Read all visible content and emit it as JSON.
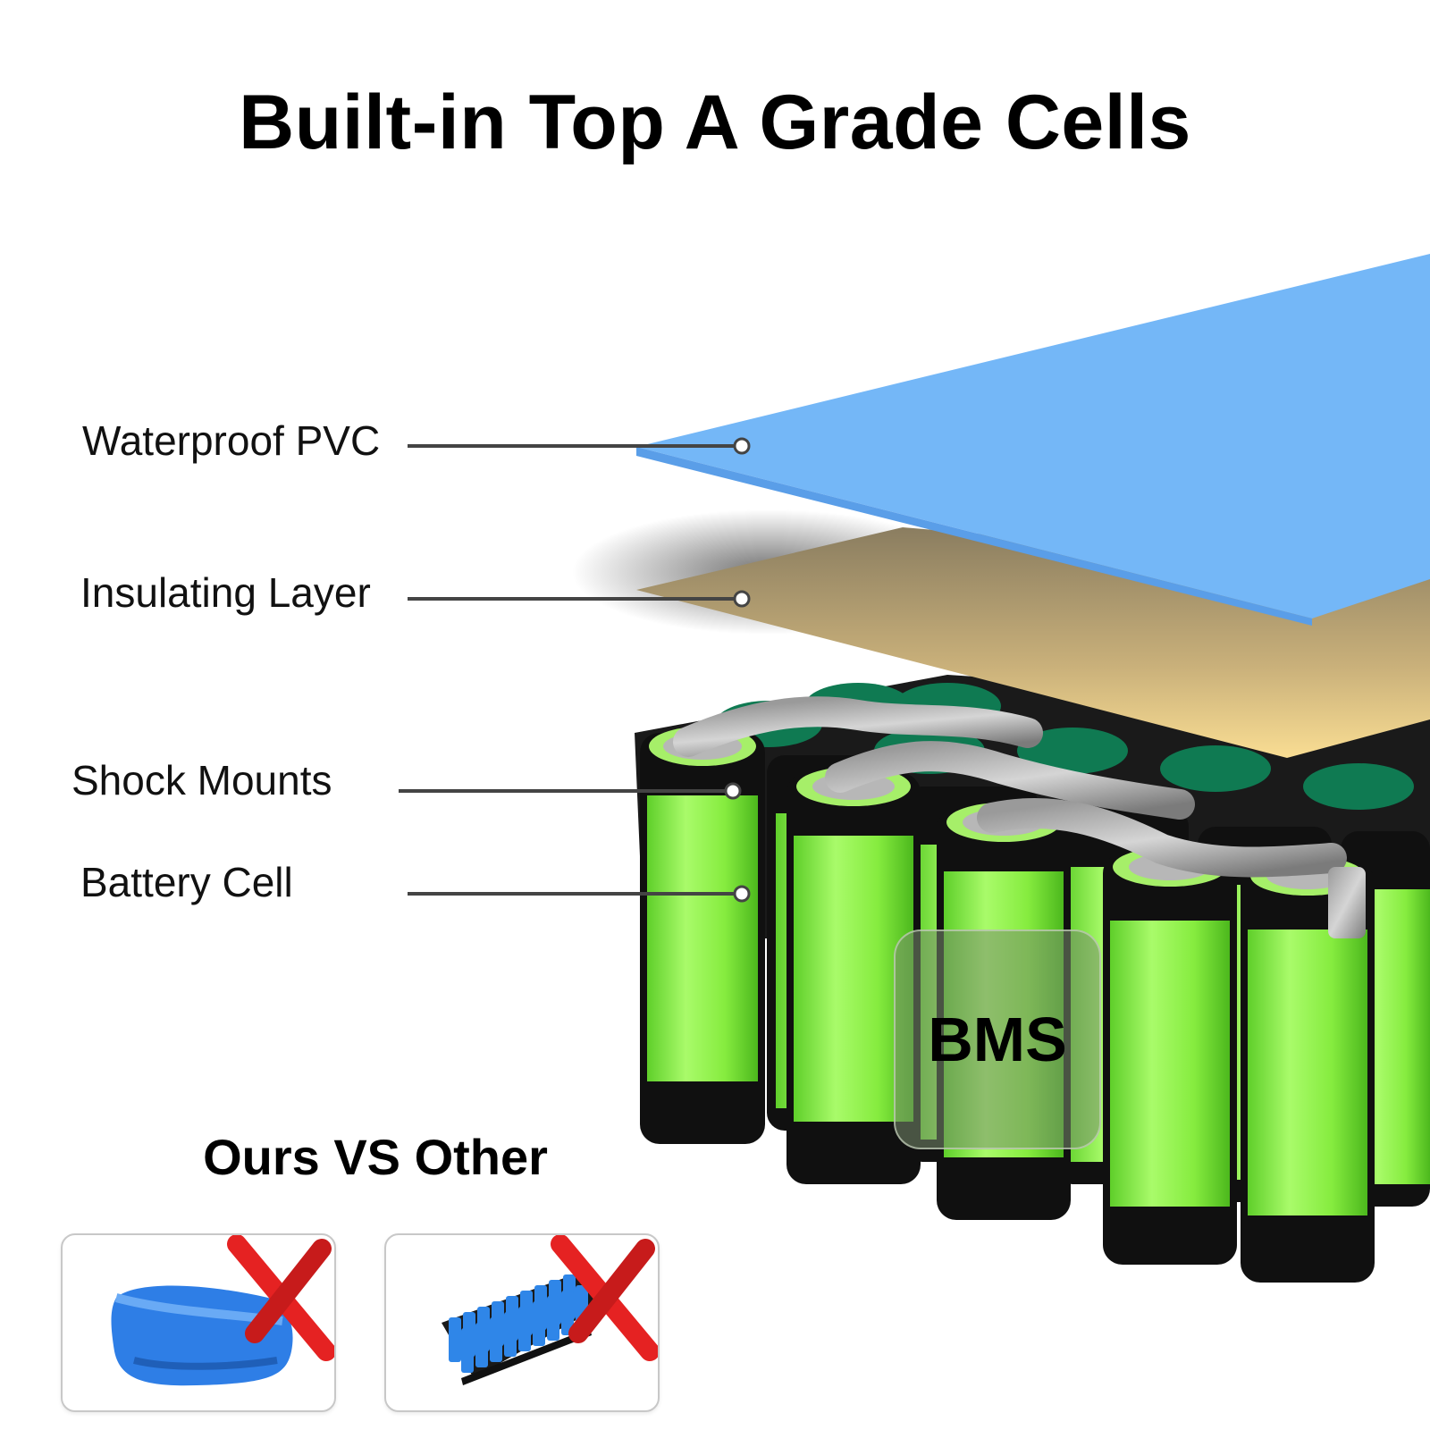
{
  "title": "Built-in Top A Grade Cells",
  "callouts": {
    "waterproof": "Waterproof PVC",
    "insulating": "Insulating Layer",
    "shock": "Shock Mounts",
    "cell": "Battery Cell"
  },
  "bms_label": "BMS",
  "comparison": {
    "heading": "Ours VS Other"
  },
  "colors": {
    "pvc": "#74b7f7",
    "insulating": "#f9dd93",
    "cell_green": "#8ef247",
    "mount_black": "#101010",
    "reject_red": "#e52222"
  }
}
